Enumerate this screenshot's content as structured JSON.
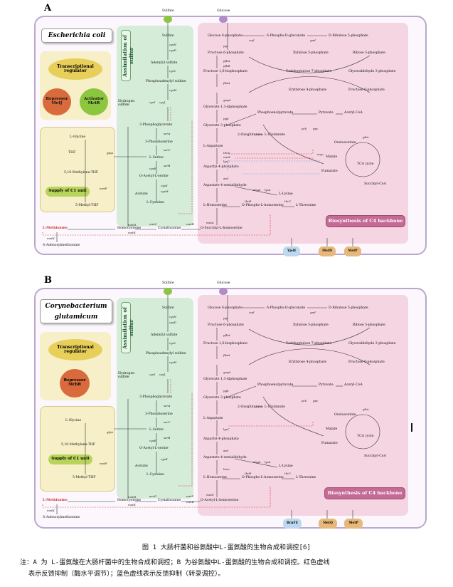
{
  "panels": [
    {
      "letter": "A",
      "organism": "Escherichia coli",
      "organism_line2": "",
      "regulator": "Transcriptional regulator",
      "repressor": "Repressor MetJ",
      "activator": "Activator MetR",
      "c1_unit": "Supply of C1 unit",
      "sulfur_box": "Assimilation of sulfur",
      "c4_box": "Biosynthesis of C4 backbone",
      "top_inputs": [
        "Sulfate",
        "Glucose"
      ],
      "bottom_proteins": [
        "YjeH",
        "MetD",
        "MetP"
      ],
      "metabolites_left": [
        "Sulfate",
        "Adenylyl sulfate",
        "Phosphoadenylyl sulfate",
        "Hydrogen sulfide",
        "3-Phosphoglycerate",
        "3-Phosphoserine",
        "L-Serine",
        "O-Acetyl-L-serine",
        "Acetate",
        "L-Cysteine",
        "L-Glycine",
        "THF",
        "5,10-Methylene-THF",
        "5-Methyl-THF",
        "L-Methionine",
        "S-Adenosylmethionine",
        "Homocysteine",
        "Cystathionine"
      ],
      "metabolites_right": [
        "Glucose 6-phosphate",
        "6-Phospho-D-gluconate",
        "D-Ribulose 5-phosphate",
        "Xylulose 5-phosphate",
        "Ribose 5-phosphate",
        "Fructose 6-phosphate",
        "Fructose 1,6-bisphosphate",
        "Sedoheptulose 7-phosphate",
        "Glyceraldehyde 3-phosphate",
        "Erythrose 4-phosphate",
        "Fructose 6-phosphate",
        "Glycerate 1,3-diphosphate",
        "Glycerate 3-phosphate",
        "Phosphoenolpyruvate",
        "Pyruvate",
        "Acetyl-CoA",
        "2-Oxoglutarate",
        "L-Glutamate",
        "Oxaloacetate",
        "Malate",
        "Fumarate",
        "TCA cycle",
        "Succinyl-CoA",
        "L-Aspartate",
        "Aspartyl-4-phosphate",
        "Aspartate 4-semialdehyde",
        "L-Lysine",
        "L-Homoserine",
        "O-Phospho-L-homoserine",
        "L-Threonine",
        "O-Succinyl-L-homoserine"
      ],
      "enzymes": [
        "cysN",
        "cysD",
        "cysC",
        "cysH",
        "cysI",
        "cysJ",
        "serA",
        "serC",
        "serB",
        "cysE",
        "cysK",
        "cysM",
        "glyA",
        "metH",
        "metE",
        "metF",
        "metK",
        "metA",
        "metB",
        "metC",
        "zwf",
        "gnd",
        "pgi",
        "pfkA",
        "pfkB",
        "fbaA",
        "gapA",
        "pgk",
        "ppc",
        "pck",
        "gltA",
        "thrA",
        "metL",
        "lysC",
        "asd",
        "dapA",
        "lysA",
        "thrB",
        "thrC",
        "mqo"
      ]
    },
    {
      "letter": "B",
      "organism": "Corynebacterium",
      "organism_line2": "glutamicum",
      "regulator": "Transcriptional regulator",
      "repressor": "Repressor McbR",
      "activator": "",
      "c1_unit": "Supply of C1 unit",
      "sulfur_box": "Assimilation of sulfur",
      "c4_box": "Biosynthesis of C4 backbone",
      "top_inputs": [
        "Sulfate",
        "Glucose"
      ],
      "bottom_proteins": [
        "BrnFE",
        "MetQ",
        "MetP"
      ],
      "metabolites_left": [
        "Sulfate",
        "Adenylyl sulfate",
        "Phosphoadenylyl sulfate",
        "Hydrogen sulfide",
        "3-Phosphoglycerate",
        "3-Phosphoserine",
        "L-Serine",
        "O-Acetyl-L-serine",
        "Acetate",
        "L-Cysteine",
        "L-Glycine",
        "5,10-Methylene-THF",
        "5-Methyl-THF",
        "L-Methionine",
        "S-Adenosylmethionine",
        "Homocysteine",
        "Cystathionine"
      ],
      "metabolites_right": [
        "Glucose 6-phosphate",
        "6-Phospho-D-gluconate",
        "D-Ribulose 5-phosphate",
        "Xylulose 5-phosphate",
        "Ribose 5-phosphate",
        "Fructose 6-phosphate",
        "Fructose 1,6-bisphosphate",
        "Sedoheptulose 7-phosphate",
        "Glyceraldehyde 3-phosphate",
        "Erythrose 4-phosphate",
        "Fructose 6-phosphate",
        "Glycerate 1,3-diphosphate",
        "Glycerate 3-phosphate",
        "Phosphoenolpyruvate",
        "Pyruvate",
        "Acetyl-CoA",
        "2-Oxoglutarate",
        "L-Glutamate",
        "Oxaloacetate",
        "Malate",
        "Fumarate",
        "TCA cycle",
        "Succinyl-CoA",
        "L-Aspartate",
        "Aspartyl-4-phosphate",
        "Aspartate 4-semialdehyde",
        "L-Lysine",
        "L-Homoserine",
        "O-Phospho-L-homoserine",
        "L-Threonine",
        "O-Acetyl-L-homoserine"
      ],
      "enzymes": [
        "cysN",
        "cysD",
        "cysC",
        "cysH",
        "cysI",
        "cysJ",
        "serA",
        "serC",
        "serB",
        "cysE",
        "cysK",
        "glyA",
        "metH",
        "metE",
        "metF",
        "metK",
        "metX",
        "metY",
        "metB",
        "aecD",
        "zwf",
        "gnd",
        "pgi",
        "pfkA",
        "fbaA",
        "gapA",
        "pgk",
        "ppc",
        "pck",
        "gltA",
        "lysC",
        "asd",
        "dapA",
        "lysA",
        "hom",
        "thrB",
        "thrC"
      ]
    }
  ],
  "caption": "图 1  大肠杆菌和谷氨酸中L-蛋氨酸的生物合成和调控[6]",
  "note_line1": "注：A 为 L-蛋氨酸在大肠杆菌中的生物合成和调控；B 为谷氨酸中L-蛋氨酸的生物合成和调控。红色虚线",
  "note_line2": "表示反馈抑制（酶水平调节）；蓝色虚线表示反馈抑制（转录调控）。",
  "colors": {
    "cell_border": "#b9a8cc",
    "sulfur_bg": "#d5ecd9",
    "c4_bg": "#f5d5e2",
    "c1_bg": "#f6efc8",
    "regulator_bg": "#e8cf5a",
    "repressor_bg": "#d96a3c",
    "activator_bg": "#8cc63f",
    "sulfate_node": "#8cc63f",
    "glucose_node": "#b08cc8",
    "red_dash": "#d2332b",
    "blue_dash": "#5aa0d8"
  }
}
